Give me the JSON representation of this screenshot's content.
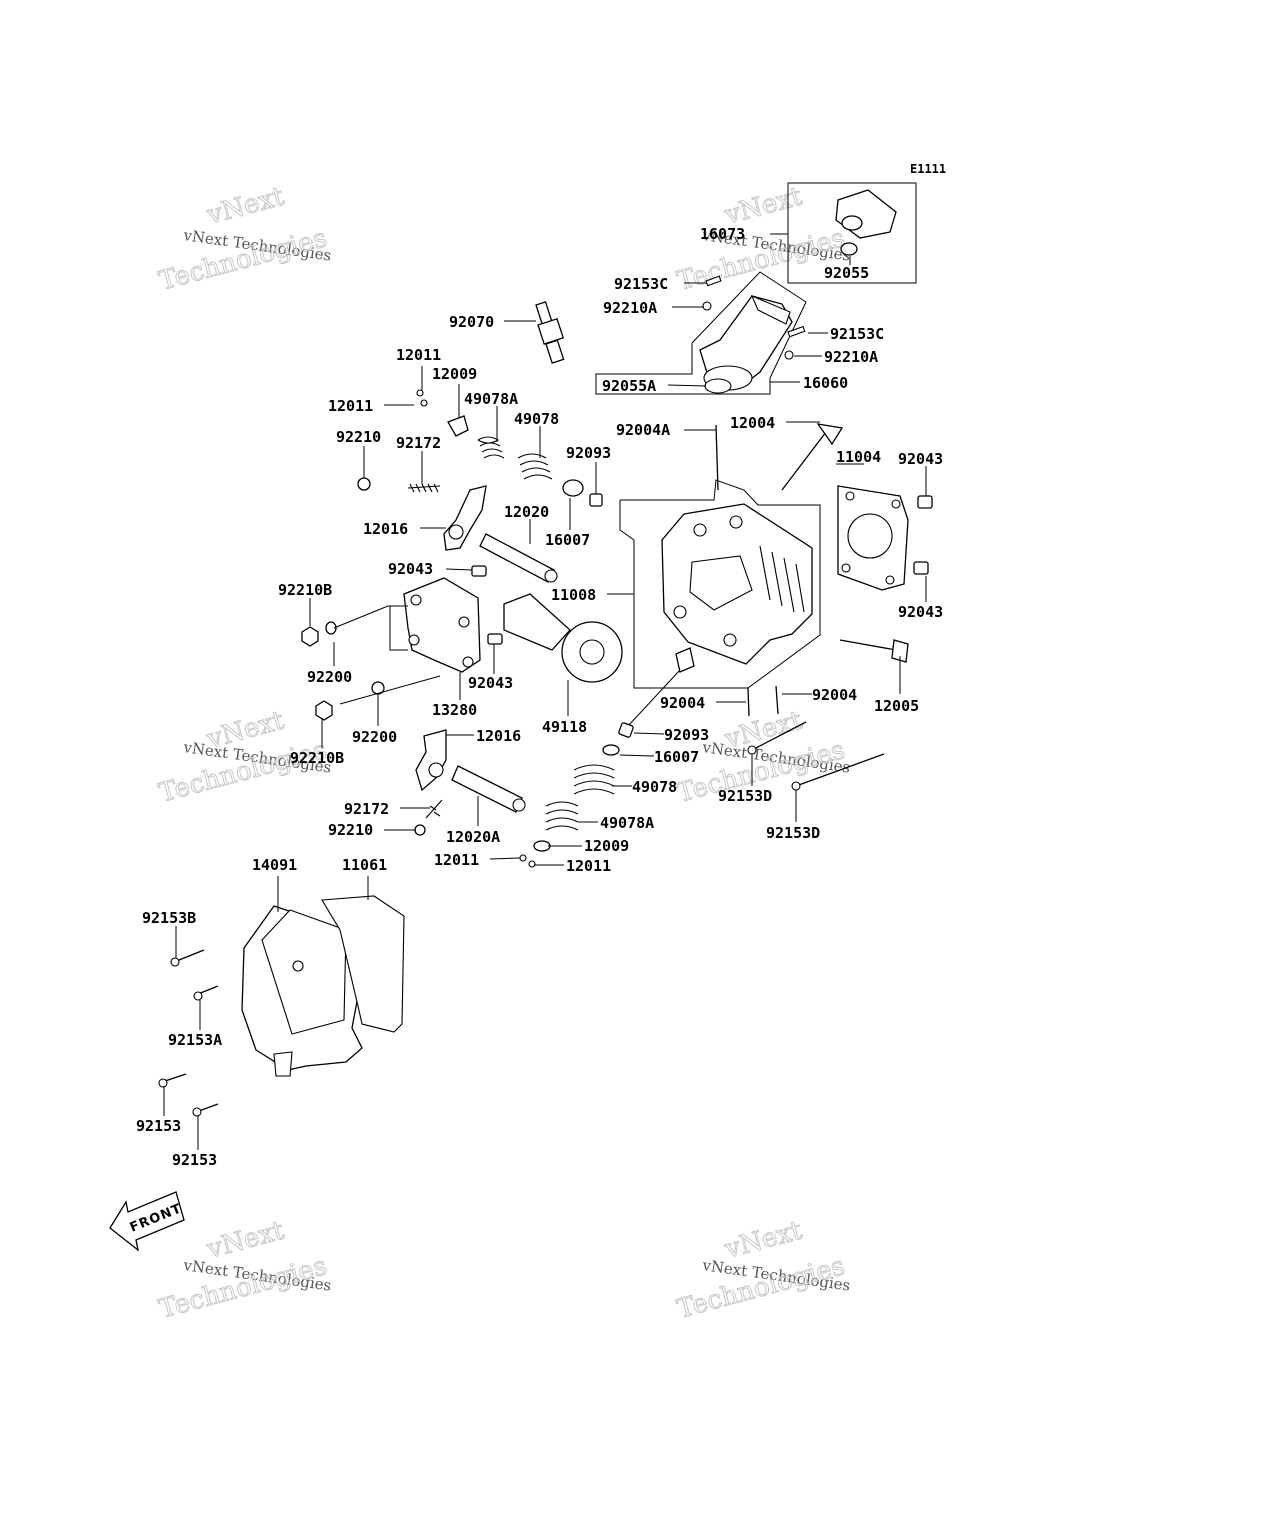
{
  "diagram_code": "E1111",
  "front_marker": "FRONT",
  "watermark": {
    "small": "vNext Technologies",
    "big_top": "vNext",
    "big_bottom": "Technologies"
  },
  "labels": [
    "16073",
    "92055",
    "92153C",
    "92210A",
    "92070",
    "92153C",
    "92210A",
    "12011",
    "12009",
    "92055A",
    "16060",
    "12011",
    "49078A",
    "49078",
    "92004A",
    "12004",
    "92210",
    "92172",
    "92093",
    "11004",
    "92043",
    "12020",
    "12016",
    "16007",
    "92043",
    "11008",
    "92210B",
    "92043",
    "92200",
    "92043",
    "92004",
    "92004",
    "12005",
    "13280",
    "49118",
    "92200",
    "92093",
    "92210B",
    "12016",
    "16007",
    "92153D",
    "49078",
    "92153D",
    "92172",
    "49078A",
    "92210",
    "12020A",
    "12009",
    "12011",
    "12011",
    "14091",
    "11061",
    "92153B",
    "92153A",
    "92153",
    "92153"
  ]
}
